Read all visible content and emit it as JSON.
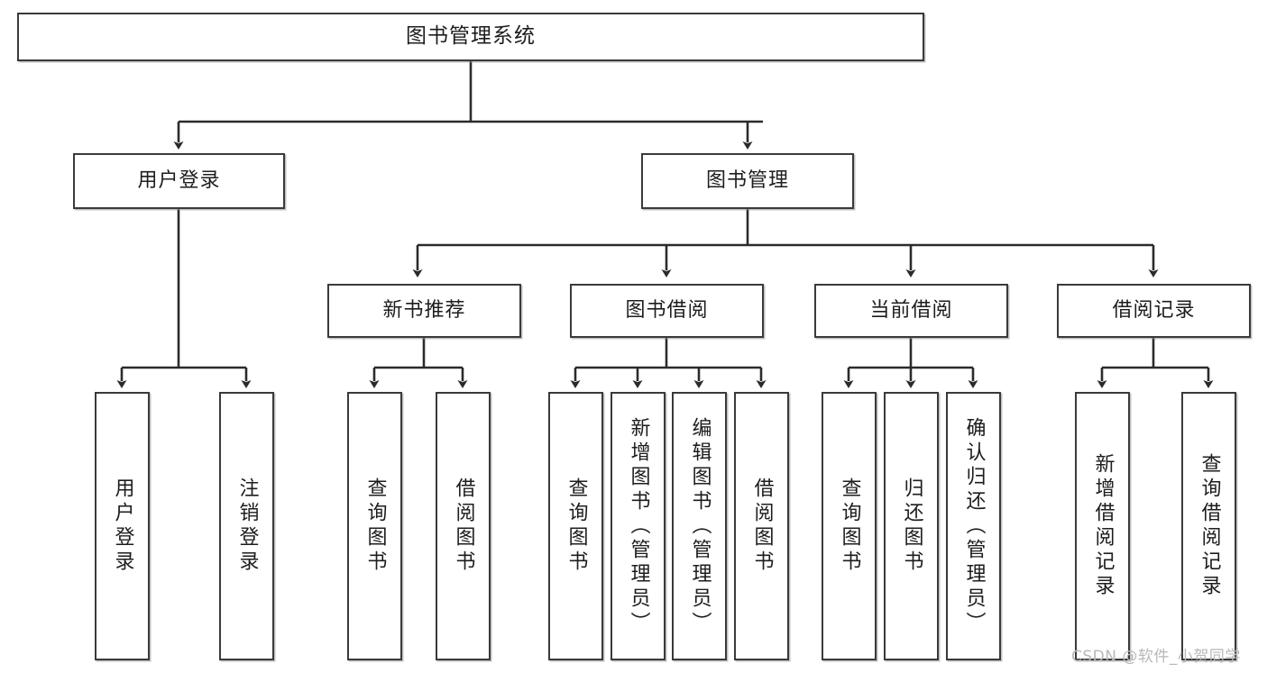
{
  "diagram": {
    "type": "tree-hierarchy",
    "title": "图书管理系统",
    "root": {
      "label": "图书管理系统"
    },
    "level2": [
      {
        "id": "user-login",
        "label": "用户登录"
      },
      {
        "id": "book-manage",
        "label": "图书管理"
      }
    ],
    "level3": [
      {
        "id": "new-book-recommend",
        "label": "新书推荐"
      },
      {
        "id": "book-borrow",
        "label": "图书借阅"
      },
      {
        "id": "current-borrow",
        "label": "当前借阅"
      },
      {
        "id": "borrow-record",
        "label": "借阅记录"
      }
    ],
    "leaves": [
      {
        "id": "leaf-user-login",
        "label": "用户登录",
        "parent": "user-login"
      },
      {
        "id": "leaf-logout",
        "label": "注销登录",
        "parent": "user-login"
      },
      {
        "id": "leaf-query-book-1",
        "label": "查询图书",
        "parent": "new-book-recommend"
      },
      {
        "id": "leaf-borrow-book-1",
        "label": "借阅图书",
        "parent": "new-book-recommend"
      },
      {
        "id": "leaf-query-book-2",
        "label": "查询图书",
        "parent": "book-borrow"
      },
      {
        "id": "leaf-add-book",
        "label": "新增图书（管理员）",
        "parent": "book-borrow"
      },
      {
        "id": "leaf-edit-book",
        "label": "编辑图书（管理员）",
        "parent": "book-borrow"
      },
      {
        "id": "leaf-borrow-book-2",
        "label": "借阅图书",
        "parent": "book-borrow"
      },
      {
        "id": "leaf-query-book-3",
        "label": "查询图书",
        "parent": "current-borrow"
      },
      {
        "id": "leaf-return-book",
        "label": "归还图书",
        "parent": "current-borrow"
      },
      {
        "id": "leaf-confirm-return",
        "label": "确认归还（管理员）",
        "parent": "current-borrow"
      },
      {
        "id": "leaf-add-record",
        "label": "新增借阅记录",
        "parent": "borrow-record"
      },
      {
        "id": "leaf-query-record",
        "label": "查询借阅记录",
        "parent": "borrow-record"
      }
    ],
    "colors": {
      "border": "#3a3a3a",
      "text": "#1d1d1d",
      "background": "#ffffff",
      "edge": "#2b2b2b",
      "watermark": "#b8b8b8"
    }
  },
  "watermark": {
    "text": "CSDN @软件_小贺同学"
  }
}
